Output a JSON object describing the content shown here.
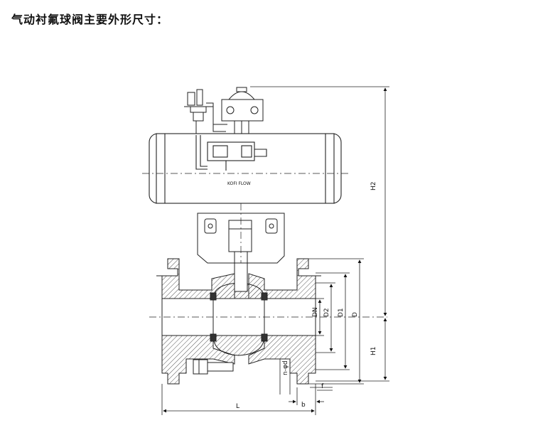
{
  "title": "气动衬氟球阀主要外形尺寸：",
  "brand_label": "KOFI FLOW",
  "dimensions": {
    "H2": "H2",
    "H1": "H1",
    "DN": "DN",
    "D2": "D2",
    "D1": "D1",
    "D": "D",
    "L": "L",
    "b": "b",
    "f": "f",
    "nd": "n-φd"
  },
  "colors": {
    "line": "#222222",
    "hatch": "#444444"
  }
}
